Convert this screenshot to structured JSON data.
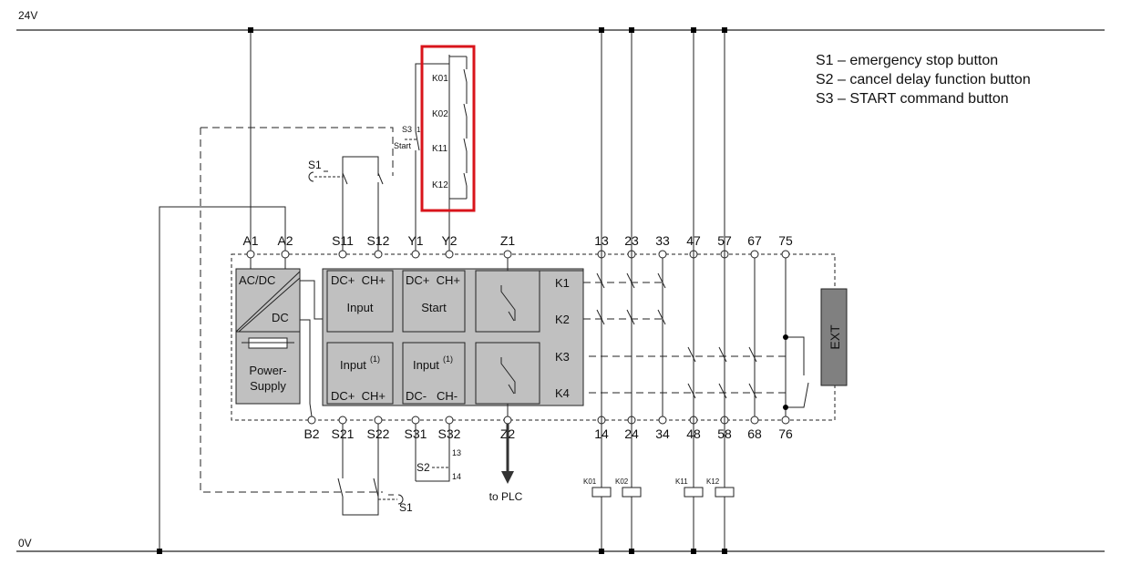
{
  "rails": {
    "top": "24V",
    "bottom": "0V"
  },
  "legend": [
    "S1 – emergency stop button",
    "S2 – cancel delay function button",
    "S3 – START command button"
  ],
  "terminals_top": [
    "A1",
    "A2",
    "S11",
    "S12",
    "Y1",
    "Y2",
    "Z1",
    "13",
    "23",
    "33",
    "47",
    "57",
    "67",
    "75"
  ],
  "terminals_bottom": [
    "B2",
    "S21",
    "S22",
    "S31",
    "S32",
    "Z2",
    "14",
    "24",
    "34",
    "48",
    "58",
    "68",
    "76"
  ],
  "blocks": {
    "power": {
      "line1": "AC/DC",
      "line2": "DC",
      "label1": "Power-",
      "label2": "Supply"
    },
    "input_top": {
      "pins": "DC+  CH+",
      "label": "Input"
    },
    "start": {
      "pins": "DC+  CH+",
      "label": "Start"
    },
    "input_bottom": {
      "label": "Input",
      "sup": "(1)",
      "pins": "DC+  CH+"
    },
    "input_bottom2": {
      "label": "Input",
      "sup": "(1)",
      "pins": "DC-   CH-"
    },
    "relays": [
      "K1",
      "K2",
      "K3",
      "K4"
    ],
    "ext": "EXT"
  },
  "feedback_contacts": [
    "K01",
    "K02",
    "K11",
    "K12"
  ],
  "coils": [
    "K01",
    "K02",
    "K11",
    "K12"
  ],
  "switches": {
    "s1_top": "S1",
    "s1_bottom": "S1",
    "s3": "S3",
    "s3_sub": "Start",
    "s3_pin": "1",
    "s2": "S2",
    "s2_pin_top": "13",
    "s2_pin_bottom": "14"
  },
  "plc_label": "to PLC",
  "colors": {
    "highlight": "#d9141b",
    "block": "#c0c0c0",
    "ext": "#808080",
    "line": "#222222"
  }
}
